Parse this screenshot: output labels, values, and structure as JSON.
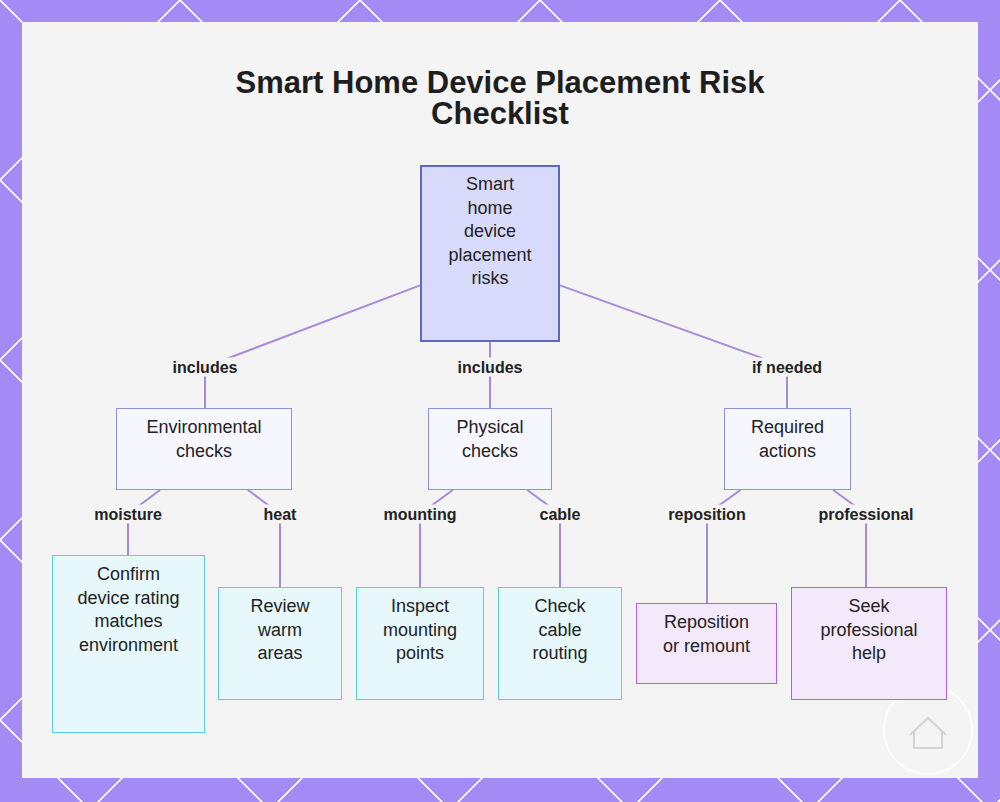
{
  "diagram": {
    "title": "Smart Home Device Placement Risk Checklist",
    "nodes": [
      {
        "text": [
          "Smart home device placement risks"
        ]
      },
      {
        "text": [
          "Environmental checks"
        ]
      },
      {
        "text": [
          "Physical checks"
        ]
      },
      {
        "text": [
          "Required actions"
        ]
      },
      {
        "text": [
          "Confirm device rating matches environment"
        ]
      },
      {
        "text": [
          "Review warm areas"
        ]
      },
      {
        "text": [
          "Inspect mounting points"
        ]
      },
      {
        "text": [
          "Check cable routing"
        ]
      },
      {
        "text": [
          "Reposition or remount"
        ]
      },
      {
        "text": [
          "Seek professional help"
        ]
      }
    ],
    "edges": [
      {
        "from": 0,
        "to": 1,
        "label": "includes",
        "arrow": "none"
      },
      {
        "from": 0,
        "to": 2,
        "label": "includes",
        "arrow": "none"
      },
      {
        "from": 0,
        "to": 3,
        "label": "if needed",
        "arrow": "none"
      },
      {
        "from": 1,
        "to": 4,
        "label": "moisture",
        "arrow": "none"
      },
      {
        "from": 1,
        "to": 5,
        "label": "heat",
        "arrow": "none"
      },
      {
        "from": 2,
        "to": 6,
        "label": "mounting",
        "arrow": "none"
      },
      {
        "from": 2,
        "to": 7,
        "label": "cable",
        "arrow": "none"
      },
      {
        "from": 3,
        "to": 8,
        "label": "reposition",
        "arrow": "none"
      },
      {
        "from": 3,
        "to": 9,
        "label": "professional",
        "arrow": "none"
      }
    ]
  }
}
